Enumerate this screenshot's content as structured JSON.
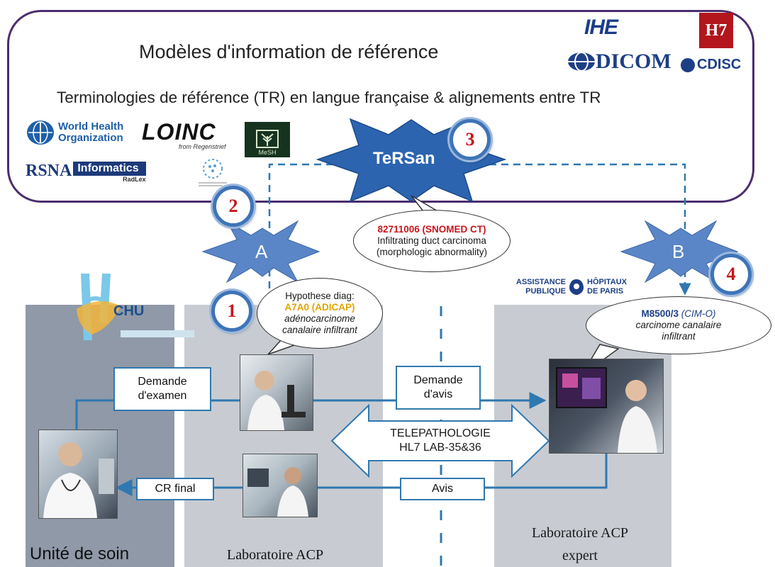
{
  "ref_box": {
    "title": "Modèles d'information de référence",
    "subtitle": "Terminologies de référence (TR) en langue française & alignements entre TR"
  },
  "logos": {
    "ihe": "IHE",
    "dicom": "DICOM",
    "cdisc": "CDISC",
    "hl7": "H7",
    "who_line1": "World Health",
    "who_line2": "Organization",
    "loinc": "LOINC",
    "loinc_sub": "from Regenstrief",
    "mesh": "MeSH",
    "rsna": "RSNA",
    "informatics": "Informatics",
    "radlex": "RadLex",
    "chu": "CHU",
    "aphp_left": "ASSISTANCE PUBLIQUE",
    "aphp_right": "HÔPITAUX DE PARIS"
  },
  "stars": {
    "tersan": "TeRSan",
    "a": "A",
    "b": "B"
  },
  "numbers": [
    "1",
    "2",
    "3",
    "4"
  ],
  "bubbles": {
    "snomed": {
      "code": "82711006 (SNOMED CT)",
      "line2": "Infiltrating duct carcinoma",
      "line3": "(morphologic abnormality)"
    },
    "adicap": {
      "line1": "Hypothese diag:",
      "code": "A7A0 (ADICAP)",
      "line3": "adénocarcinome",
      "line4": "canalaire infiltrant"
    },
    "cimo": {
      "code": "M8500/3",
      "system": "(CIM-O)",
      "line2": "carcinome canalaire",
      "line3": "infiltrant"
    }
  },
  "flow": {
    "demande_examen": [
      "Demande",
      "d'examen"
    ],
    "demande_avis": [
      "Demande",
      "d'avis"
    ],
    "telepathologie": [
      "TELEPATHOLOGIE",
      "HL7 LAB-35&36"
    ],
    "cr_final": "CR final",
    "avis": "Avis"
  },
  "columns": {
    "unite": "Unité de soin",
    "labo": "Laboratoire ACP",
    "labo_expert": [
      "Laboratoire ACP",
      "expert"
    ]
  },
  "colors": {
    "frame": "#4a2d6e",
    "blue": "#2f78b0",
    "star": "#2c64b0",
    "number_red": "#c8161d",
    "code_red": "#c8161d",
    "code_orange": "#e0a400",
    "column": "#c8ccd2"
  }
}
